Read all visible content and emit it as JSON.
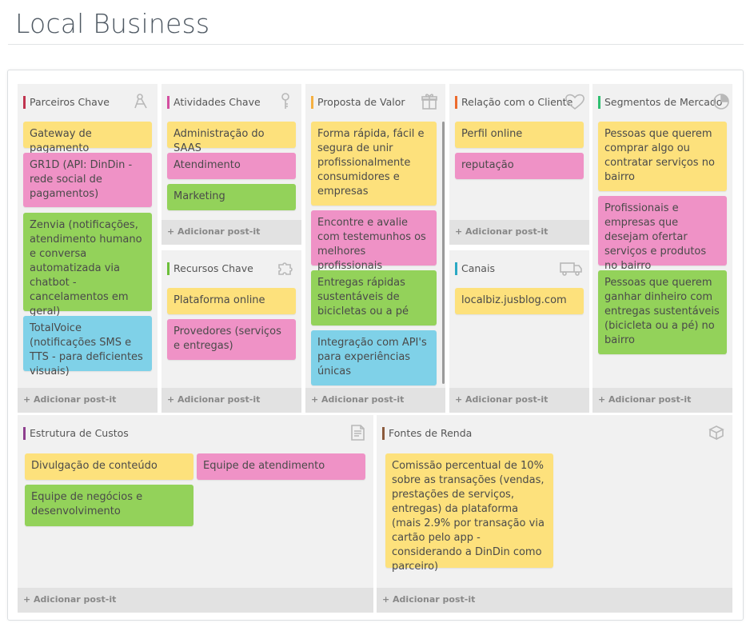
{
  "page": {
    "title": "Local Business"
  },
  "add_label": "+ Adicionar post-it",
  "colors": {
    "yellow": "#fde17c",
    "pink": "#ef92c6",
    "green": "#93d25a",
    "blue": "#7fd1e8"
  },
  "blocks": {
    "parceiros": {
      "title": "Parceiros Chave",
      "accent": "#c0344f",
      "icon": "link-icon",
      "notes": [
        {
          "text": "Gateway de pagamento",
          "color": "yellow"
        },
        {
          "text": "GR1D (API: DinDin - rede social de pagamentos)",
          "color": "pink"
        },
        {
          "text": "Zenvia (notificações, atendimento humano e conversa automatizada via chatbot - cancelamentos em geral)",
          "color": "green"
        },
        {
          "text": "TotalVoice (notificações SMS e TTS - para deficientes visuais)",
          "color": "blue"
        }
      ]
    },
    "atividades": {
      "title": "Atividades Chave",
      "accent": "#d44fa0",
      "icon": "key-icon",
      "notes": [
        {
          "text": "Administração do SAAS",
          "color": "yellow"
        },
        {
          "text": "Atendimento",
          "color": "pink"
        },
        {
          "text": "Marketing",
          "color": "green"
        }
      ]
    },
    "recursos": {
      "title": "Recursos Chave",
      "accent": "#6cbf3a",
      "icon": "puzzle-icon",
      "notes": [
        {
          "text": "Plataforma online",
          "color": "yellow"
        },
        {
          "text": "Provedores (serviços e entregas)",
          "color": "pink"
        }
      ]
    },
    "proposta": {
      "title": "Proposta de Valor",
      "accent": "#f5b041",
      "icon": "gift-icon",
      "notes": [
        {
          "text": "Forma rápida, fácil e segura de unir profissionalmente consumidores e empresas",
          "color": "yellow"
        },
        {
          "text": "Encontre e avalie com testemunhos os melhores profissionais",
          "color": "pink"
        },
        {
          "text": "Entregas rápidas sustentáveis de bicicletas ou a pé",
          "color": "green"
        },
        {
          "text": "Integração com API's para experiências únicas",
          "color": "blue"
        }
      ]
    },
    "relacao": {
      "title": "Relação com o Cliente",
      "accent": "#ec6b2d",
      "icon": "heart-icon",
      "notes": [
        {
          "text": "Perfil online",
          "color": "yellow"
        },
        {
          "text": "reputação",
          "color": "pink"
        }
      ]
    },
    "canais": {
      "title": "Canais",
      "accent": "#2aa8c4",
      "icon": "truck-icon",
      "notes": [
        {
          "text": "localbiz.jusblog.com",
          "color": "yellow"
        }
      ]
    },
    "segmentos": {
      "title": "Segmentos de Mercado",
      "accent": "#2fbf71",
      "icon": "pie-chart-icon",
      "notes": [
        {
          "text": "Pessoas que querem comprar algo ou contratar serviços no bairro",
          "color": "yellow"
        },
        {
          "text": "Profissionais e empresas que desejam ofertar serviços e produtos no bairro",
          "color": "pink"
        },
        {
          "text": "Pessoas que querem ganhar dinheiro com entregas sustentáveis (bicicleta ou a pé) no bairro",
          "color": "green"
        }
      ]
    },
    "custos": {
      "title": "Estrutura de Custos",
      "accent": "#8e3f8e",
      "icon": "invoice-icon",
      "notes": [
        {
          "text": "Divulgação de conteúdo",
          "color": "yellow"
        },
        {
          "text": "Equipe de atendimento",
          "color": "pink"
        },
        {
          "text": "Equipe de negócios e desenvolvimento",
          "color": "green"
        }
      ]
    },
    "receitas": {
      "title": "Fontes de Renda",
      "accent": "#8b5a3c",
      "icon": "money-icon",
      "notes": [
        {
          "text": "Comissão percentual de 10% sobre as transações (vendas, prestações de serviços, entregas) da plataforma (mais 2.9% por transação via cartão pelo app - considerando a DinDin como parceiro)",
          "color": "yellow"
        }
      ]
    }
  }
}
